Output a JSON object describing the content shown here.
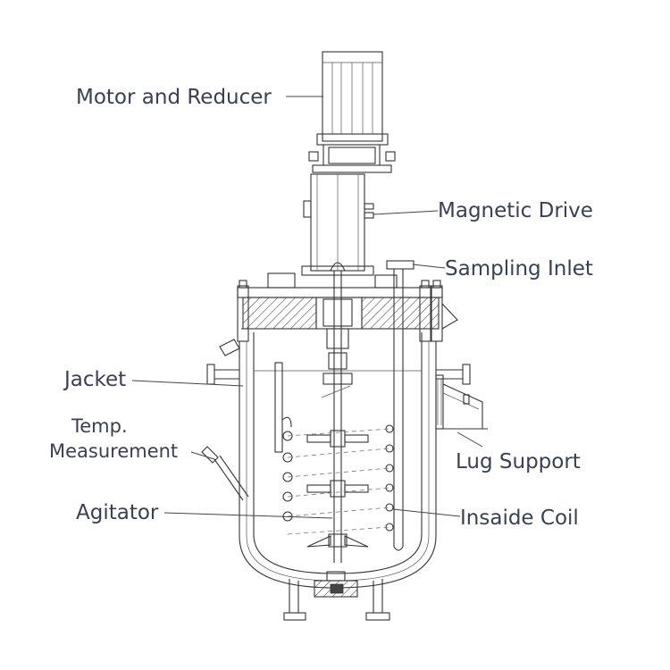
{
  "labels": {
    "motor": "Motor and Reducer",
    "magnetic_drive": "Magnetic Drive",
    "sampling_inlet": "Sampling Inlet",
    "jacket": "Jacket",
    "temp_line1": "Temp.",
    "temp_line2": "Measurement",
    "lug_support": "Lug Support",
    "agitator": "Agitator",
    "inside_coil": "Insaide Coil"
  }
}
